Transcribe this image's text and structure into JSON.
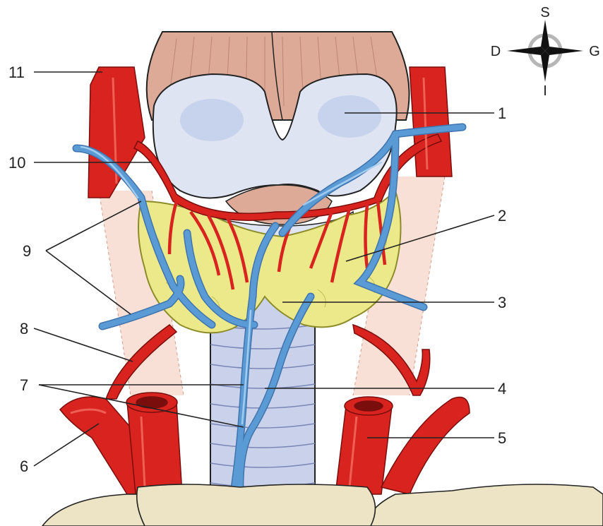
{
  "compass": {
    "north": "S",
    "south": "I",
    "west": "D",
    "east": "G"
  },
  "labels": [
    "1",
    "2",
    "3",
    "4",
    "5",
    "6",
    "7",
    "8",
    "9",
    "10",
    "11"
  ],
  "colors": {
    "artery": "#d8231f",
    "artery_highlight": "#f2675a",
    "vein": "#5b9bd5",
    "vein_highlight": "#a9d0f2",
    "thyroid_gland": "#ece98a",
    "thyroid_cartilage": "#dfe4f3",
    "muscle": "#dcaa96",
    "trachea": "#c9d2ea",
    "sternocleidomastoid_shadow": "#f6d8cc",
    "bone": "#ece4c5"
  }
}
